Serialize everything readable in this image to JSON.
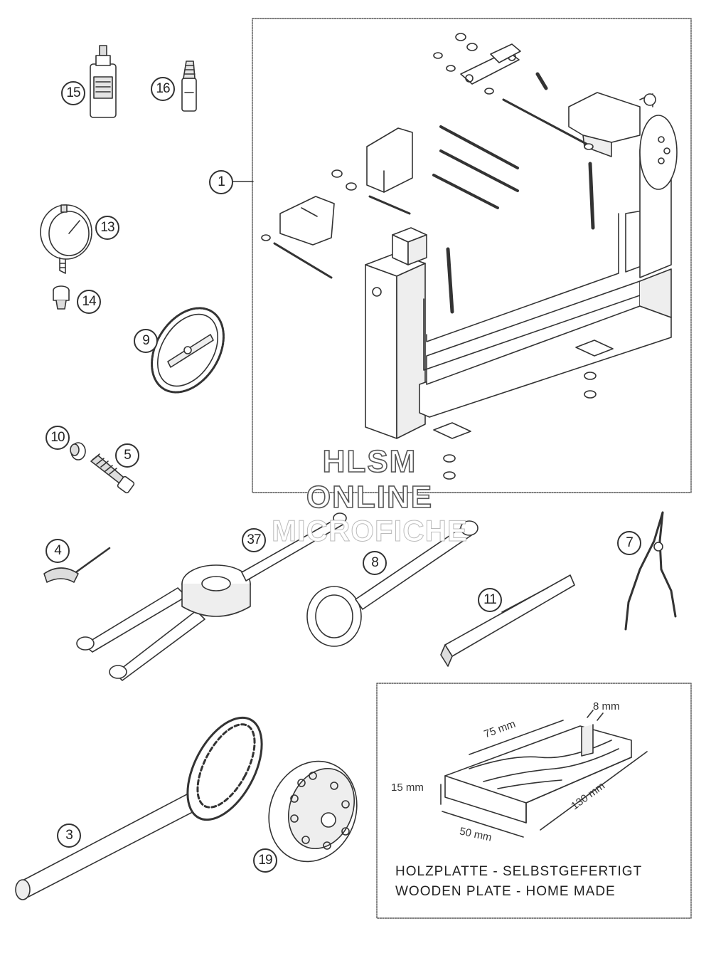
{
  "callouts": [
    "15",
    "16",
    "13",
    "14",
    "9",
    "10",
    "5",
    "1",
    "4",
    "37",
    "8",
    "7",
    "11",
    "3",
    "19"
  ],
  "watermark": {
    "line1": "HLSM",
    "line2": "ONLINE",
    "line3": "MICROFICHE"
  },
  "wooden_plate": {
    "dim_8": "8 mm",
    "dim_75": "75 mm",
    "dim_15": "15 mm",
    "dim_130": "130 mm",
    "dim_50": "50 mm",
    "note_de": "HOLZPLATTE - SELBSTGEFERTIGT",
    "note_en": "WOODEN PLATE - HOME MADE"
  },
  "colors": {
    "line": "#333333",
    "fill": "#ffffff",
    "shade": "#dcdcdc",
    "frame": "#555555"
  }
}
